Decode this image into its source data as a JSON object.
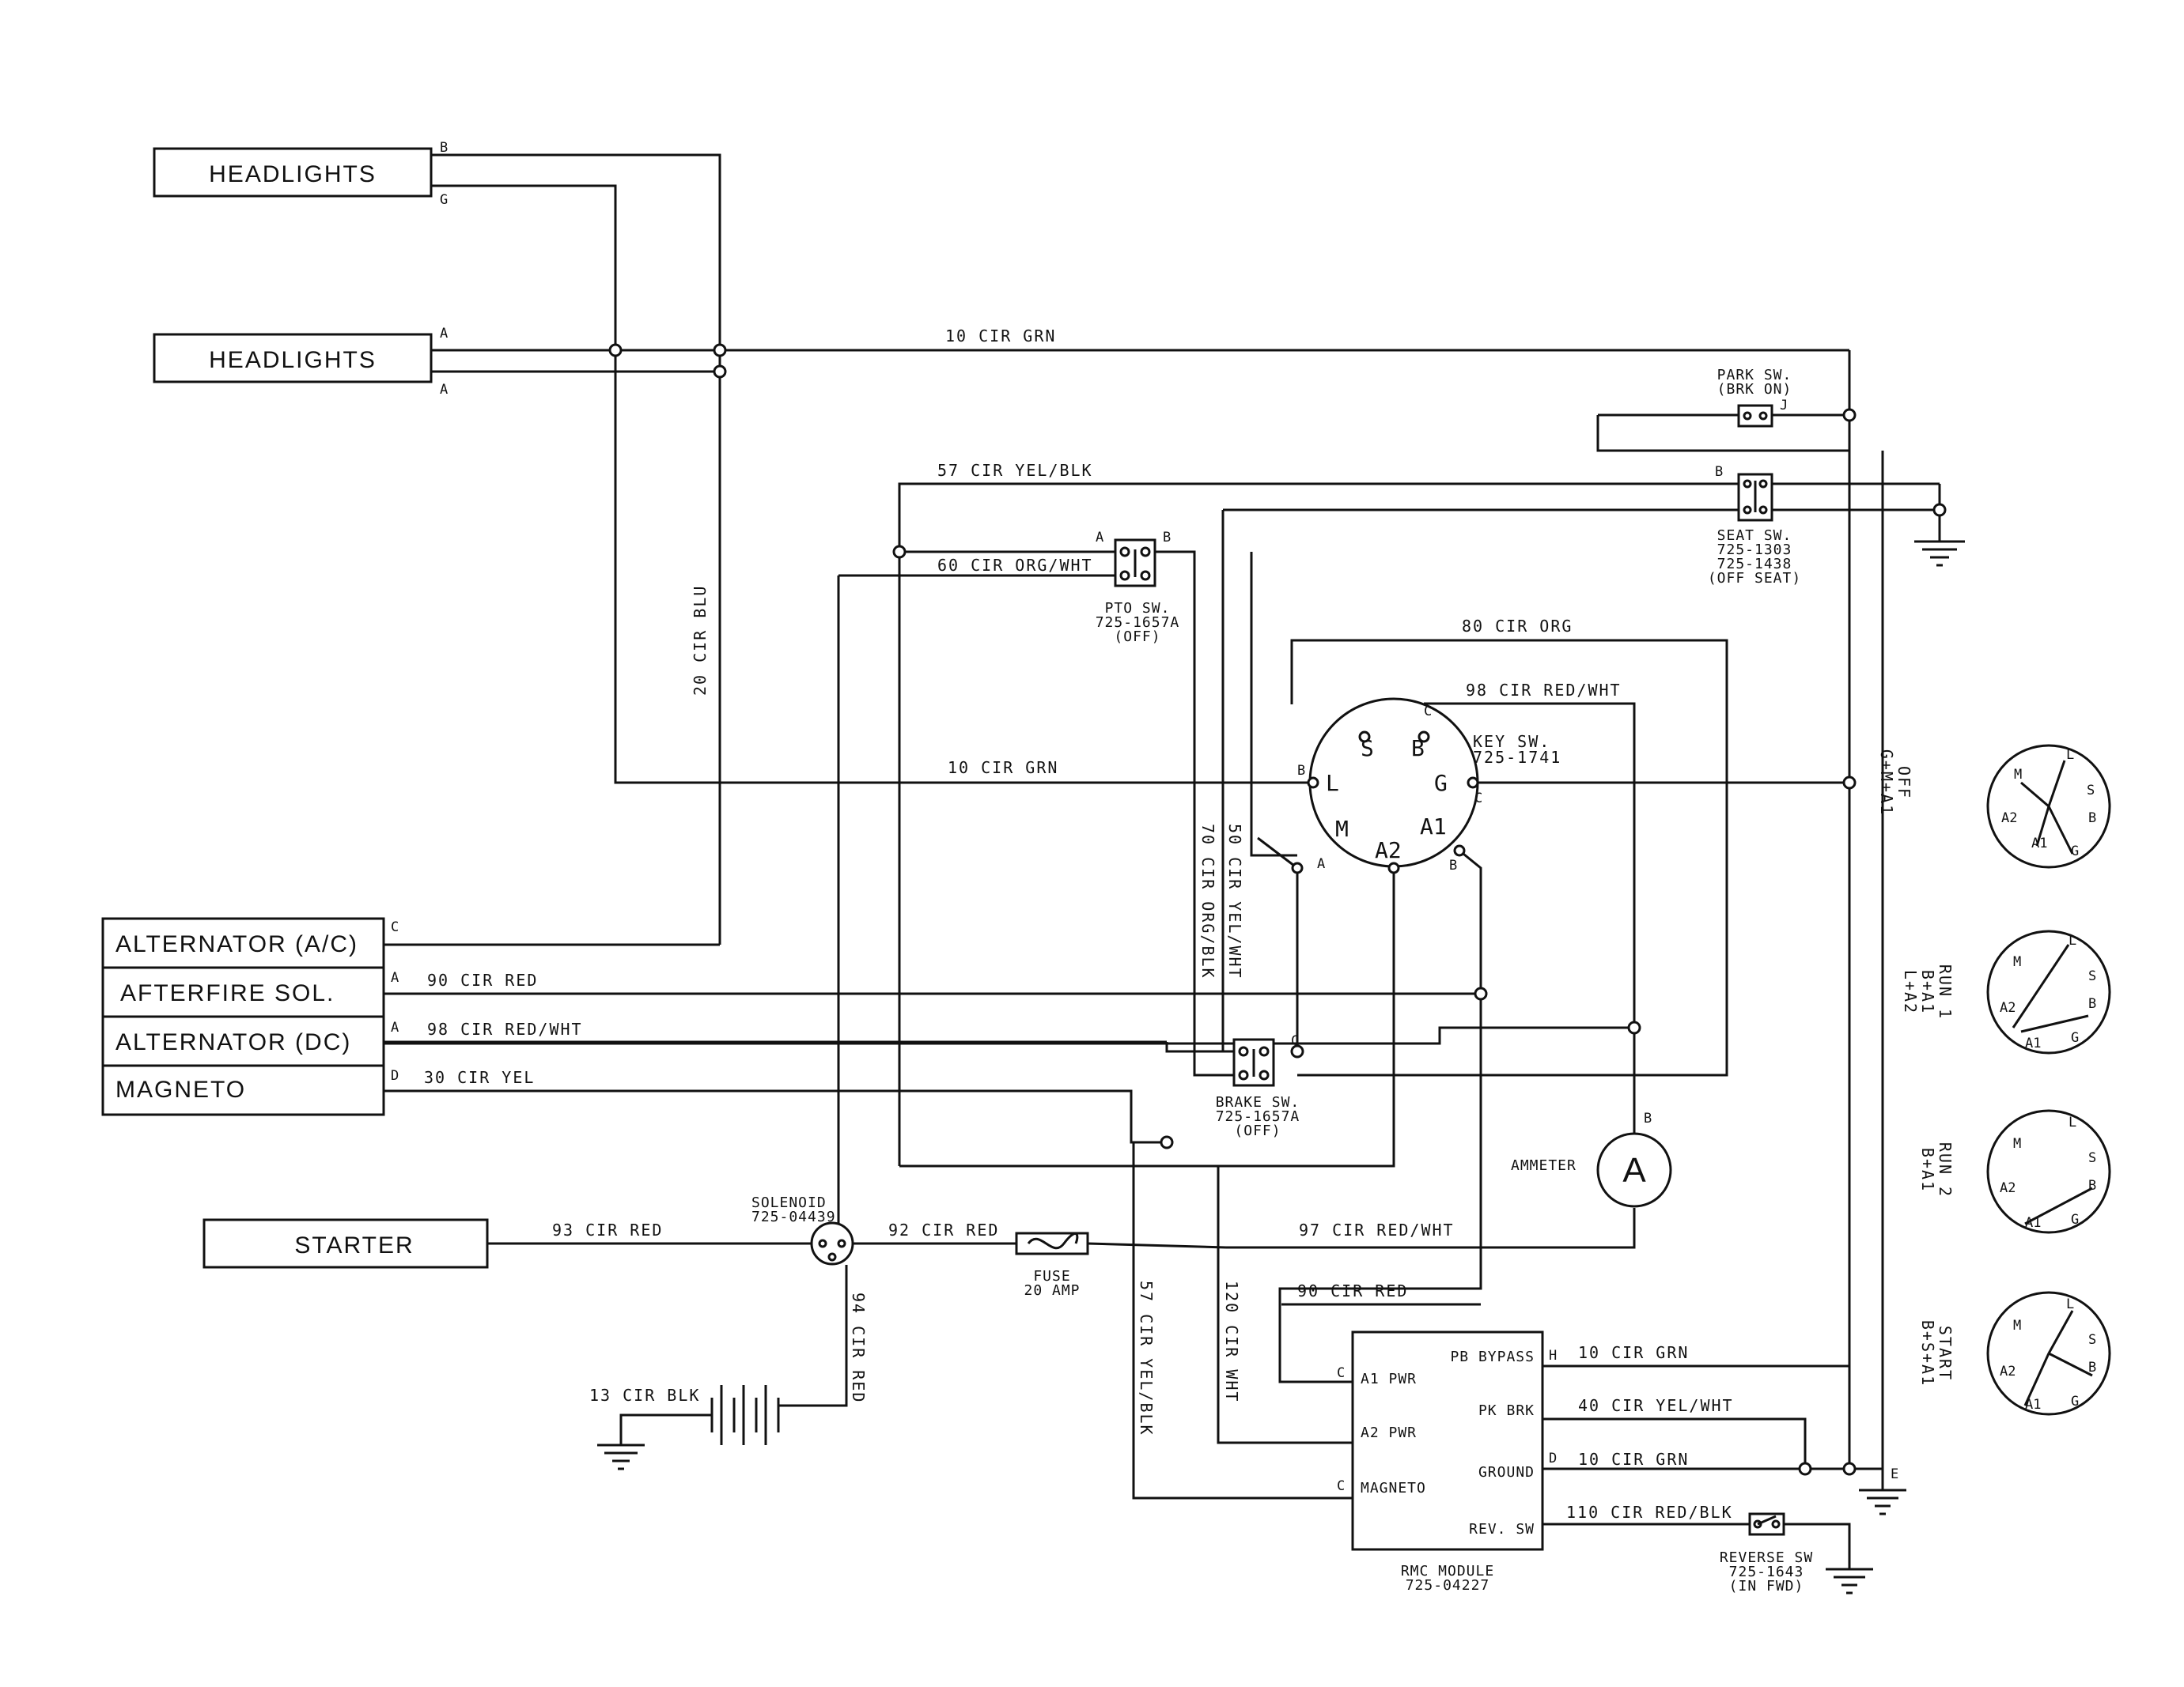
{
  "components": {
    "headlights_1": {
      "label": "HEADLIGHTS",
      "pin_top": "B",
      "pin_bottom": "G"
    },
    "headlights_2": {
      "label": "HEADLIGHTS",
      "pin_top": "A",
      "pin_bottom": "A"
    },
    "alternator_ac": {
      "label": "ALTERNATOR (A/C)",
      "pin": "C"
    },
    "afterfire": {
      "label": "AFTERFIRE SOL.",
      "pin": "A"
    },
    "alternator_dc": {
      "label": "ALTERNATOR (DC)",
      "pin": "A"
    },
    "magneto": {
      "label": "MAGNETO",
      "pin": "D"
    },
    "starter": {
      "label": "STARTER"
    },
    "solenoid": {
      "label": "SOLENOID",
      "part": "725-04439"
    },
    "fuse": {
      "label": "FUSE",
      "rating": "20 AMP"
    },
    "battery": {
      "wire": "13 CIR BLK"
    },
    "ammeter": {
      "label": "AMMETER",
      "symbol": "A",
      "pin": "B"
    },
    "pto_switch": {
      "label": "PTO SW.",
      "part": "725-1657A",
      "state": "(OFF)",
      "pin_a": "A",
      "pin_b": "B"
    },
    "brake_switch": {
      "label": "BRAKE SW.",
      "part": "725-1657A",
      "state": "(OFF)",
      "pin": "C"
    },
    "park_switch": {
      "label": "PARK SW.",
      "state": "(BRK ON)",
      "pin": "J"
    },
    "seat_switch": {
      "label": "SEAT SW.",
      "part1": "725-1303",
      "part2": "725-1438",
      "state": "(OFF SEAT)",
      "pin": "B"
    },
    "key_switch": {
      "label": "KEY SW.",
      "part": "725-1741",
      "terminals": {
        "S": "S",
        "B": "B",
        "L": "L",
        "G": "G",
        "M": "M",
        "A2": "A2",
        "A1": "A1"
      },
      "pins": {
        "c_top": "C",
        "b_left": "B",
        "c_right": "C",
        "a_bottom": "A",
        "b_bottom": "B"
      }
    },
    "rmc_module": {
      "label": "RMC MODULE",
      "part": "725-04227",
      "left_terminals": [
        "A1 PWR",
        "A2 PWR",
        "MAGNETO"
      ],
      "left_pins": [
        "C",
        "C"
      ],
      "right_terminals": [
        "PB BYPASS",
        "PK BRK",
        "GROUND",
        "REV. SW"
      ],
      "right_pins": [
        "H",
        "D"
      ]
    },
    "reverse_switch": {
      "label": "REVERSE SW",
      "part": "725-1643",
      "state": "(IN FWD)"
    },
    "ground_e": {
      "pin": "E"
    }
  },
  "wires": {
    "w10_grn_top": "10 CIR GRN",
    "w57_yel_blk": "57 CIR YEL/BLK",
    "w60_org_wht": "60 CIR ORG/WHT",
    "w20_blu": "20 CIR BLU",
    "w80_org": "80 CIR ORG",
    "w98_red_wht_top": "98 CIR RED/WHT",
    "w10_grn_mid": "10 CIR GRN",
    "w70_org_blk": "70 CIR ORG/BLK",
    "w50_yel_wht": "50 CIR YEL/WHT",
    "w90_red": "90 CIR RED",
    "w98_red_wht": "98 CIR RED/WHT",
    "w30_yel": "30 CIR YEL",
    "w93_red": "93 CIR RED",
    "w92_red": "92 CIR RED",
    "w97_red_wht": "97 CIR RED/WHT",
    "w94_red": "94 CIR RED",
    "w57_yel_blk_low": "57 CIR YEL/BLK",
    "w120_wht": "120 CIR WHT",
    "w90_red_low": "90 CIR RED",
    "w10_grn_h": "10 CIR GRN",
    "w40_yel_wht": "40 CIR YEL/WHT",
    "w10_grn_d": "10 CIR GRN",
    "w110_red_blk": "110 CIR RED/BLK"
  },
  "key_positions": [
    {
      "name": "OFF",
      "circuit": "G+M+A1"
    },
    {
      "name": "RUN 1",
      "circuit": "B+A1",
      "circuit2": "L+A2"
    },
    {
      "name": "RUN 2",
      "circuit": "B+A1"
    },
    {
      "name": "START",
      "circuit": "B+S+A1"
    }
  ],
  "key_dial_letters": {
    "L": "L",
    "S": "S",
    "B": "B",
    "G": "G",
    "A1": "A1",
    "A2": "A2",
    "M": "M"
  }
}
